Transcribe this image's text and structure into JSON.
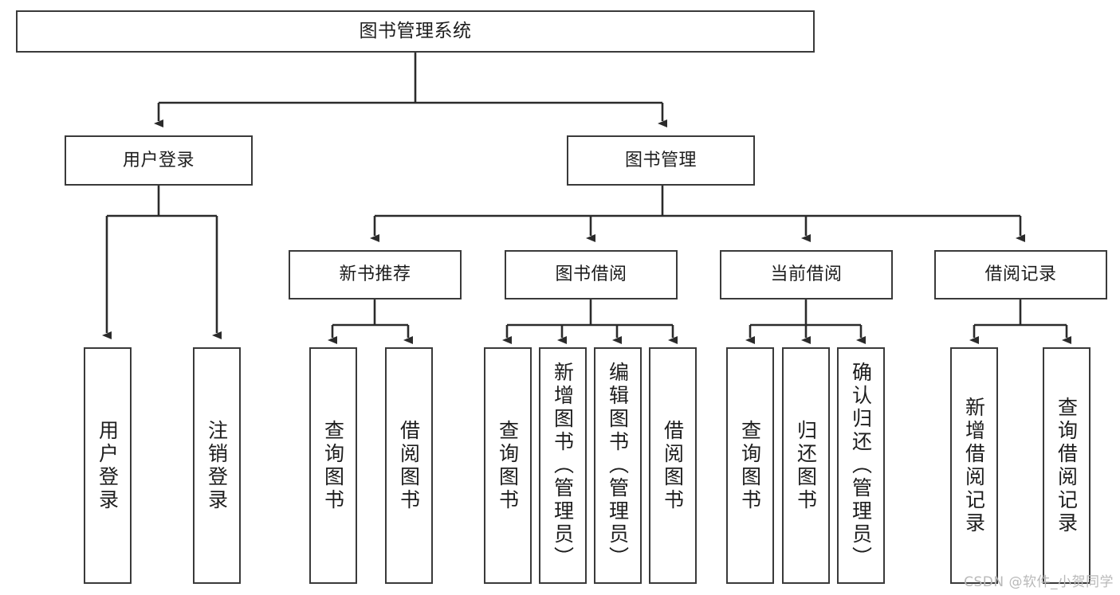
{
  "diagram": {
    "title_box": {
      "label": "图书管理系统"
    },
    "level2": [
      {
        "id": "user-login",
        "label": "用户登录"
      },
      {
        "id": "book-management",
        "label": "图书管理"
      }
    ],
    "level3": [
      {
        "id": "new-book-recommend",
        "label": "新书推荐"
      },
      {
        "id": "book-borrow",
        "label": "图书借阅"
      },
      {
        "id": "current-borrow",
        "label": "当前借阅"
      },
      {
        "id": "borrow-record",
        "label": "借阅记录"
      }
    ],
    "leaves": [
      {
        "id": "leaf-user-login",
        "label": "用户登录"
      },
      {
        "id": "leaf-logout",
        "label": "注销登录"
      },
      {
        "id": "leaf-query-book-1",
        "label": "查询图书"
      },
      {
        "id": "leaf-borrow-book-1",
        "label": "借阅图书"
      },
      {
        "id": "leaf-query-book-2",
        "label": "查询图书"
      },
      {
        "id": "leaf-add-book-admin",
        "label": "新增图书（管理员）"
      },
      {
        "id": "leaf-edit-book-admin",
        "label": "编辑图书（管理员）"
      },
      {
        "id": "leaf-borrow-book-2",
        "label": "借阅图书"
      },
      {
        "id": "leaf-query-book-3",
        "label": "查询图书"
      },
      {
        "id": "leaf-return-book",
        "label": "归还图书"
      },
      {
        "id": "leaf-confirm-return-admin",
        "label": "确认归还（管理员）"
      },
      {
        "id": "leaf-add-borrow-record",
        "label": "新增借阅记录"
      },
      {
        "id": "leaf-query-borrow-record",
        "label": "查询借阅记录"
      }
    ],
    "watermark": "CSDN @软件_小贺同学",
    "colors": {
      "stroke": "#3a3a3a",
      "line": "#2b2b2b",
      "background": "#ffffff",
      "text": "#1d1d1d",
      "watermark": "#b9b9b9"
    }
  }
}
